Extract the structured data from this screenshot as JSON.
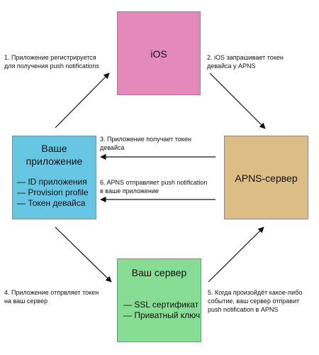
{
  "nodes": {
    "ios": {
      "title": "iOS",
      "color": "#e589bc"
    },
    "apns": {
      "title": "APNS-сервер",
      "color": "#ddbd86"
    },
    "app": {
      "title_line1": "Ваше",
      "title_line2": "приложение",
      "items": [
        "— ID приложения",
        "— Provision profile",
        "— Токен девайса"
      ],
      "color": "#66c6e3"
    },
    "server": {
      "title": "Ваш сервер",
      "items": [
        "— SSL сертификат",
        "— Приватный ключ"
      ],
      "color": "#88dd94"
    }
  },
  "steps": {
    "s1": [
      "1. Приложение регистрируется",
      "для получения push notifications"
    ],
    "s2": [
      "2. iOS запрашивает токен",
      "девайса у APNS"
    ],
    "s3": [
      "3. Приложение получает токен",
      "девайса"
    ],
    "s4": [
      "4. Приложение отпрвляет токен",
      "на ваш сервер"
    ],
    "s5": [
      "5. Когда произойдёт какое-либо",
      "событие, ваш сервер отправит",
      "push notification в APNS"
    ],
    "s6": [
      "6. APNS отправляет push notification",
      "в ваше приложение"
    ]
  }
}
